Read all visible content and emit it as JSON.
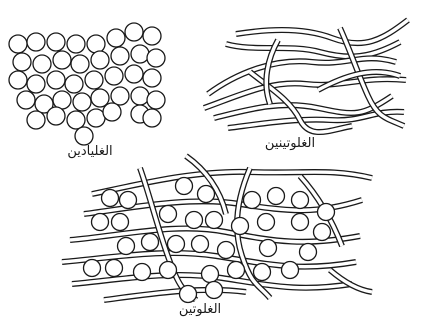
{
  "labels": {
    "gliadin": "الغليادين",
    "glutenin": "الغلوتينين",
    "gluten": "الغلوتين"
  },
  "colors": {
    "stroke": "#1a1a1a",
    "fill": "#ffffff"
  }
}
